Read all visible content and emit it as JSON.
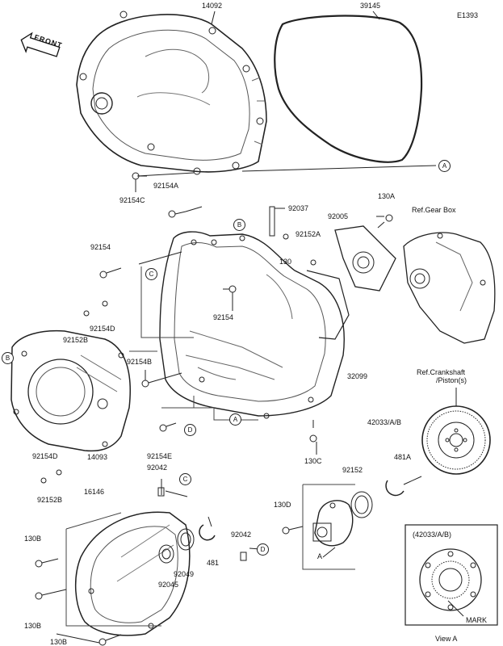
{
  "diagram": {
    "code": "E1393",
    "front_label": "FRONT",
    "parts": {
      "p14092": "14092",
      "p39145": "39145",
      "p92154C": "92154C",
      "p92154A": "92154A",
      "p92037": "92037",
      "p92005": "92005",
      "p130A": "130A",
      "refGearBox": "Ref.Gear Box",
      "p92152A": "92152A",
      "p130": "130",
      "p92154_1": "92154",
      "p92154_2": "92154",
      "p92154D_1": "92154D",
      "p92152B_1": "92152B",
      "p92154B": "92154B",
      "p32099": "32099",
      "refCrankshaft1": "Ref.Crankshaft",
      "refCrankshaft2": "/Piston(s)",
      "p92154D_2": "92154D",
      "p92152B_2": "92152B",
      "p14093": "14093",
      "p92154E": "92154E",
      "p92042_1": "92042",
      "p16146": "16146",
      "p130C": "130C",
      "p42033": "42033/A/B",
      "p481A": "481A",
      "p92152": "92152",
      "p130D": "130D",
      "p130B_1": "130B",
      "p130B_2": "130B",
      "p130B_3": "130B",
      "p92042_2": "92042",
      "p92049": "92049",
      "p481": "481",
      "p92045": "92045",
      "markA": "A",
      "viewBoxTitle": "(42033/A/B)",
      "mark": "MARK",
      "viewA": "View A"
    },
    "callouts": {
      "A1": "A",
      "A2": "A",
      "B1": "B",
      "B2": "B",
      "C1": "C",
      "C2": "C",
      "D1": "D",
      "D2": "D"
    }
  }
}
